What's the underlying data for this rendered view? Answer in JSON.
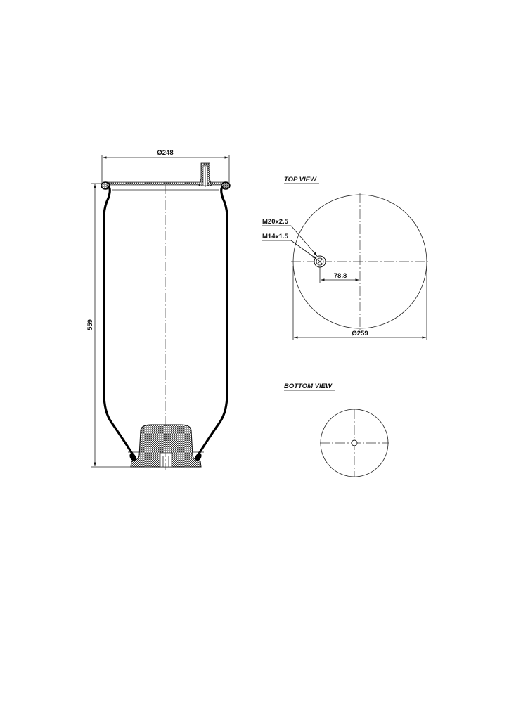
{
  "side_view": {
    "diameter_label": "Ø248",
    "height_label": "559"
  },
  "top_view": {
    "title": "TOP VIEW",
    "thread_outer_label": "M20x2.5",
    "thread_inner_label": "M14x1.5",
    "offset_label": "78.8",
    "diameter_label": "Ø259"
  },
  "bottom_view": {
    "title": "BOTTOM VIEW"
  }
}
